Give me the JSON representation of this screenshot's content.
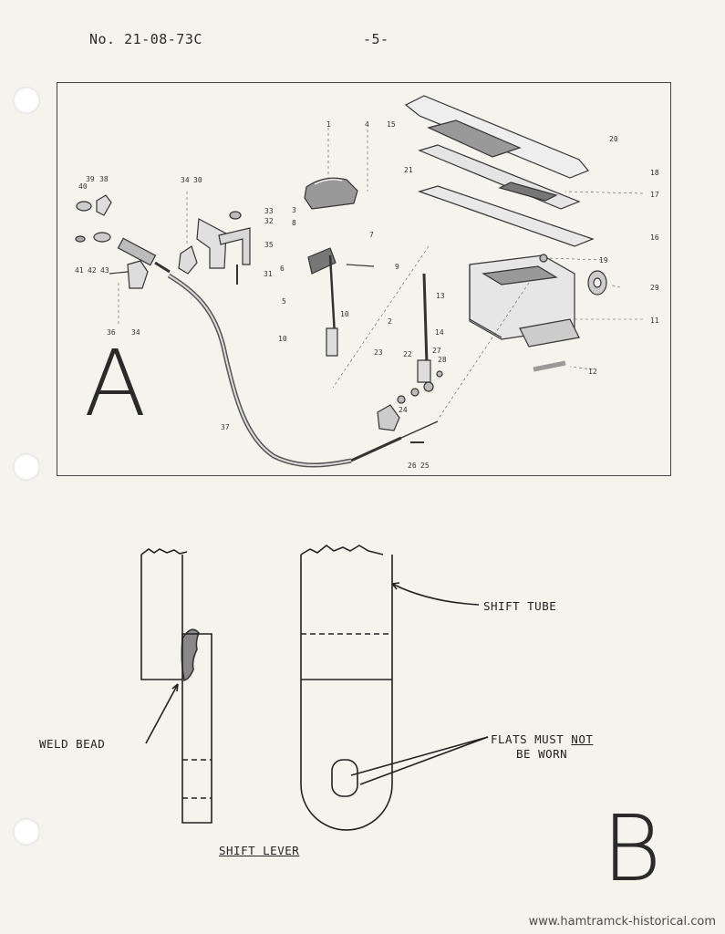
{
  "header": {
    "doc_number": "No. 21-08-73C",
    "page_number": "-5-"
  },
  "figure_a": {
    "letter": "A",
    "part_numbers": [
      "1",
      "2",
      "3",
      "4",
      "5",
      "6",
      "7",
      "8",
      "9",
      "10",
      "10",
      "11",
      "12",
      "13",
      "14",
      "15",
      "16",
      "17",
      "18",
      "19",
      "20",
      "21",
      "22",
      "23",
      "24",
      "25",
      "26",
      "27",
      "28",
      "29",
      "30",
      "31",
      "32",
      "33",
      "34",
      "34",
      "35",
      "36",
      "37",
      "38",
      "39",
      "40",
      "41",
      "42",
      "43"
    ]
  },
  "figure_b": {
    "letter": "B",
    "labels": {
      "shift_tube": "SHIFT TUBE",
      "weld_bead": "WELD BEAD",
      "flats_line1_pre": "FLATS MUST ",
      "flats_line1_emph": "NOT",
      "flats_line2": "BE WORN",
      "shift_lever": "SHIFT LEVER"
    }
  },
  "footer": {
    "watermark": "www.hamtramck-historical.com"
  }
}
